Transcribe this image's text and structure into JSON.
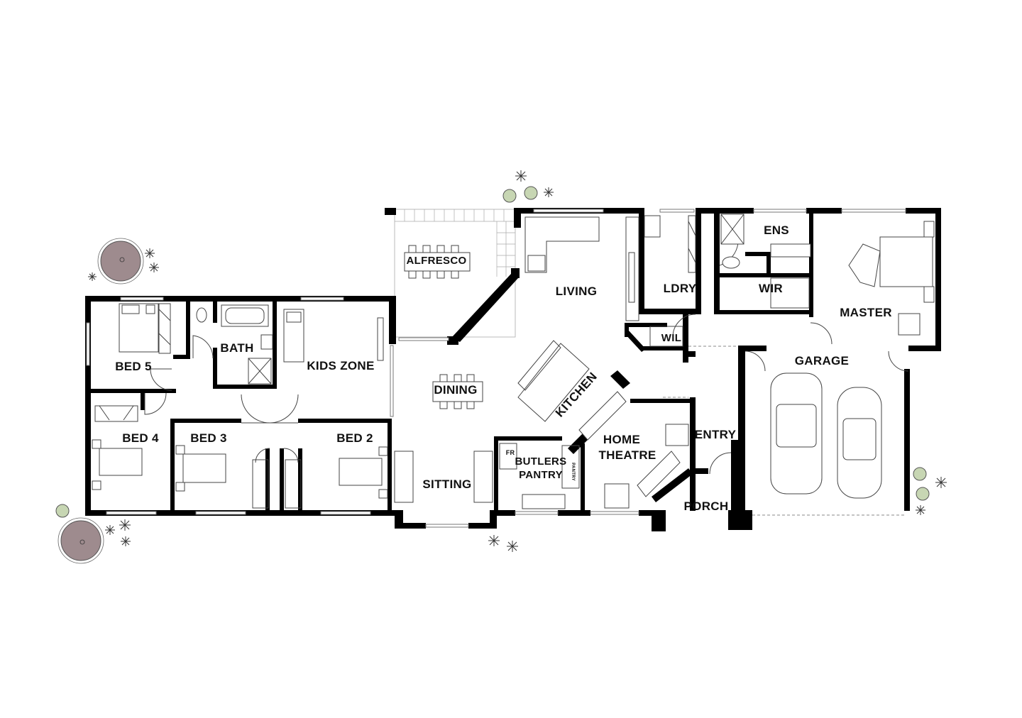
{
  "rooms": {
    "alfresco": "ALFRESCO",
    "living": "LIVING",
    "ldry": "LDRY",
    "ens": "ENS",
    "wir": "WIR",
    "master": "MASTER",
    "wil": "WIL",
    "garage": "GARAGE",
    "bath": "BATH",
    "kids_zone": "KIDS ZONE",
    "bed5": "BED 5",
    "bed4": "BED 4",
    "bed3": "BED 3",
    "bed2": "BED 2",
    "dining": "DINING",
    "kitchen": "KITCHEN",
    "home": "HOME",
    "theatre": "THEATRE",
    "entry": "ENTRY",
    "porch": "PORCH",
    "sitting": "SITTING",
    "butlers": "BUTLERS",
    "pantry": "PANTRY",
    "fr": "FR",
    "pantry_small": "PANTRY"
  },
  "colors": {
    "wall": "#000000",
    "tree": "#9e8b8e",
    "shrub": "#c7d6b3"
  }
}
